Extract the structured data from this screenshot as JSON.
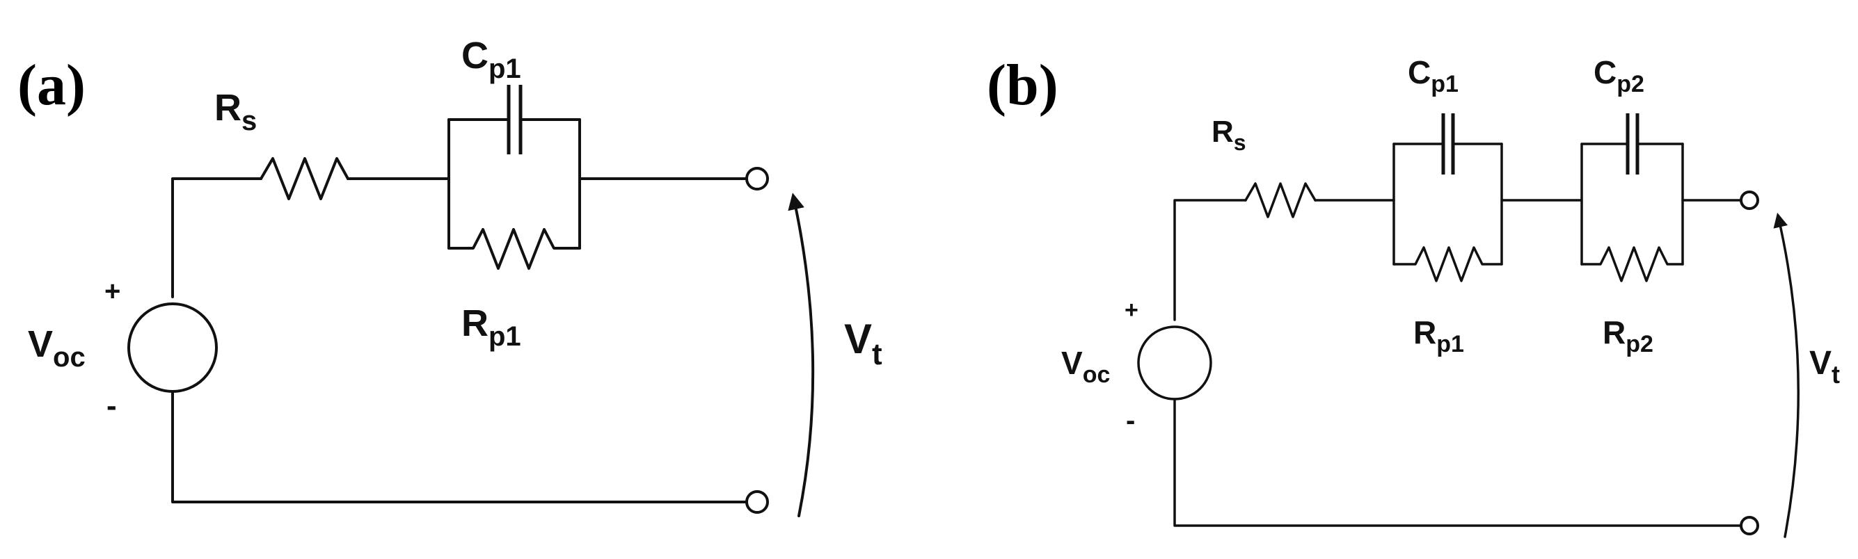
{
  "panels": {
    "a": {
      "label": "(a)",
      "rs": {
        "main": "R",
        "sub": "s"
      },
      "cp1": {
        "main": "C",
        "sub": "p1"
      },
      "rp1": {
        "main": "R",
        "sub": "p1"
      },
      "voc": {
        "main": "V",
        "sub": "oc"
      },
      "vt": {
        "main": "V",
        "sub": "t"
      },
      "plus": "+",
      "minus": "-"
    },
    "b": {
      "label": "(b)",
      "rs": {
        "main": "R",
        "sub": "s"
      },
      "cp1": {
        "main": "C",
        "sub": "p1"
      },
      "rp1": {
        "main": "R",
        "sub": "p1"
      },
      "cp2": {
        "main": "C",
        "sub": "p2"
      },
      "rp2": {
        "main": "R",
        "sub": "p2"
      },
      "voc": {
        "main": "V",
        "sub": "oc"
      },
      "vt": {
        "main": "V",
        "sub": "t"
      },
      "plus": "+",
      "minus": "-"
    }
  }
}
